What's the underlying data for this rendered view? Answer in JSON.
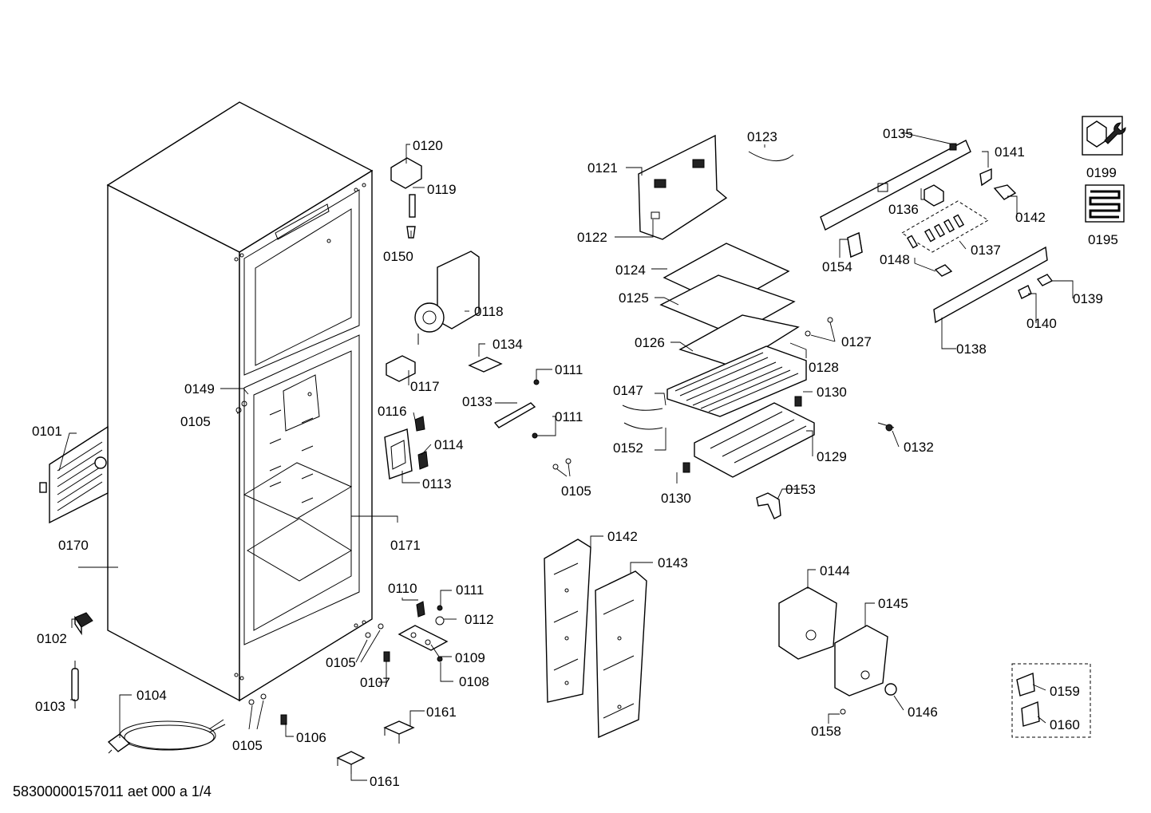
{
  "footer": "58300000157011 aet 000 a 1/4",
  "labels": {
    "l0101": "0101",
    "l0102": "0102",
    "l0103": "0103",
    "l0104": "0104",
    "l0105a": "0105",
    "l0105b": "0105",
    "l0105c": "0105",
    "l0105d": "0105",
    "l0106": "0106",
    "l0107": "0107",
    "l0108": "0108",
    "l0109": "0109",
    "l0110": "0110",
    "l0111a": "0111",
    "l0111b": "0111",
    "l0111c": "0111",
    "l0112": "0112",
    "l0113": "0113",
    "l0114": "0114",
    "l0116": "0116",
    "l0117": "0117",
    "l0118": "0118",
    "l0119": "0119",
    "l0120": "0120",
    "l0121": "0121",
    "l0122": "0122",
    "l0123": "0123",
    "l0124": "0124",
    "l0125": "0125",
    "l0126": "0126",
    "l0127": "0127",
    "l0128": "0128",
    "l0129": "0129",
    "l0130a": "0130",
    "l0130b": "0130",
    "l0132": "0132",
    "l0133": "0133",
    "l0134": "0134",
    "l0135": "0135",
    "l0136": "0136",
    "l0137": "0137",
    "l0138": "0138",
    "l0139": "0139",
    "l0140": "0140",
    "l0141": "0141",
    "l0142a": "0142",
    "l0142b": "0142",
    "l0143": "0143",
    "l0144": "0144",
    "l0145": "0145",
    "l0146": "0146",
    "l0147": "0147",
    "l0148": "0148",
    "l0149": "0149",
    "l0150": "0150",
    "l0152": "0152",
    "l0153": "0153",
    "l0154": "0154",
    "l0158": "0158",
    "l0159": "0159",
    "l0160": "0160",
    "l0161a": "0161",
    "l0161b": "0161",
    "l0170": "0170",
    "l0171": "0171",
    "l0195": "0195",
    "l0199": "0199"
  },
  "icons": {
    "service_tool": "wrench-nut-icon",
    "cooling_coil": "coil-icon"
  }
}
